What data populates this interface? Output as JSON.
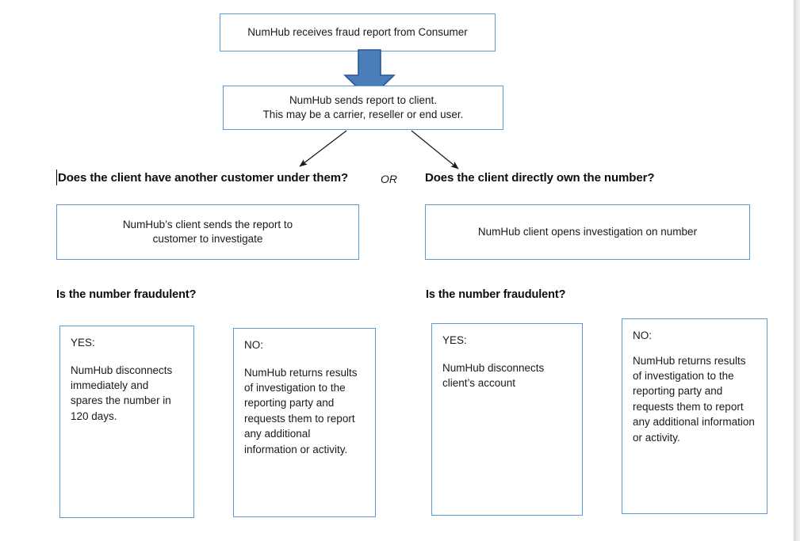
{
  "diagram": {
    "title": "NumHub fraud report handling flow",
    "colors": {
      "box_border": "#5b9bd5",
      "arrow_fill": "#4a7ebb",
      "arrow_stroke": "#2f5597",
      "connector": "#1a1a1a",
      "text": "#1a1a1a"
    },
    "steps": {
      "intake": "NumHub receives fraud report from Consumer",
      "dispatch": "NumHub sends report to client.\nThis may be a carrier, reseller or end user."
    },
    "branches": {
      "left": {
        "question": "Does the client have another customer under them?",
        "action": "NumHub’s client sends the report to\ncustomer to investigate",
        "decision": "Is the number fraudulent?",
        "outcomes": [
          {
            "label": "YES:",
            "body": "NumHub disconnects immediately and spares the number in 120 days."
          },
          {
            "label": "NO:",
            "body": "NumHub returns results of investigation to the reporting party and requests them to report any additional information or activity."
          }
        ]
      },
      "connector": "OR",
      "right": {
        "question": "Does the client directly own the number?",
        "action": "NumHub client opens investigation on number",
        "decision": "Is the number fraudulent?",
        "outcomes": [
          {
            "label": "YES:",
            "body": "NumHub disconnects client’s account"
          },
          {
            "label": "NO:",
            "body": "NumHub returns results of investigation to the reporting party and requests them to report any additional information or activity."
          }
        ]
      }
    }
  }
}
